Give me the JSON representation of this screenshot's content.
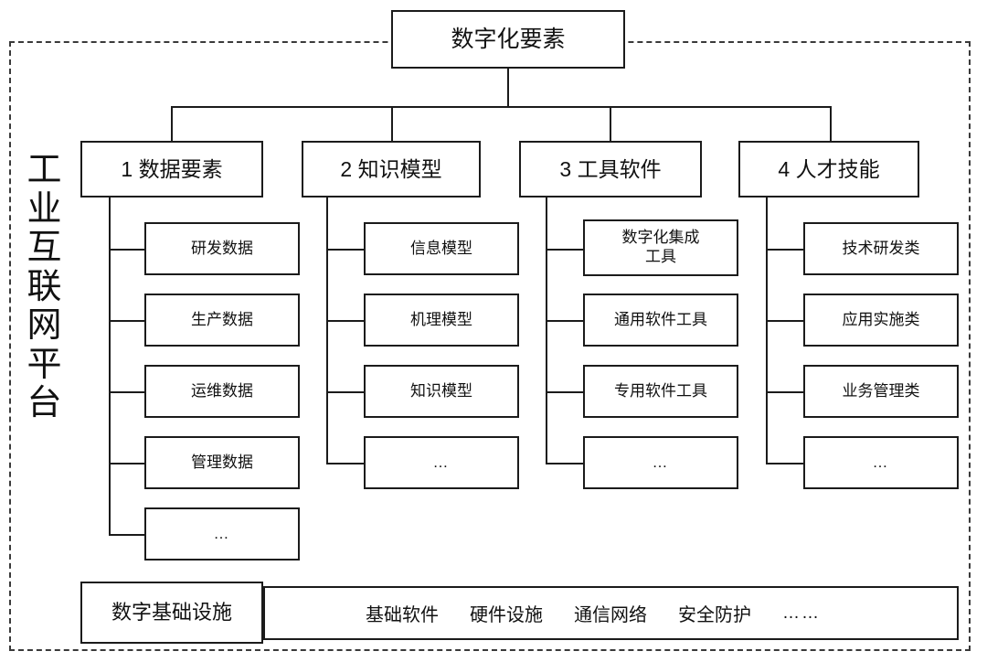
{
  "diagram": {
    "title": "数字化要素",
    "platform_label": "工业互联网平台",
    "platform_label_chars": [
      "工",
      "业",
      "互",
      "联",
      "网",
      "平",
      "台"
    ],
    "root": {
      "label": "数字化要素"
    },
    "categories": [
      {
        "id": "data-elements",
        "label": "1 数据要素",
        "children": [
          {
            "label": "研发数据"
          },
          {
            "label": "生产数据"
          },
          {
            "label": "运维数据"
          },
          {
            "label": "管理数据"
          },
          {
            "label": "…"
          }
        ]
      },
      {
        "id": "knowledge-models",
        "label": "2 知识模型",
        "children": [
          {
            "label": "信息模型"
          },
          {
            "label": "机理模型"
          },
          {
            "label": "知识模型"
          },
          {
            "label": "…"
          }
        ]
      },
      {
        "id": "tool-software",
        "label": "3 工具软件",
        "children": [
          {
            "label": "数字化集成\n工具"
          },
          {
            "label": "通用软件工具"
          },
          {
            "label": "专用软件工具"
          },
          {
            "label": "…"
          }
        ]
      },
      {
        "id": "talent-skills",
        "label": "4 人才技能",
        "children": [
          {
            "label": "技术研发类"
          },
          {
            "label": "应用实施类"
          },
          {
            "label": "业务管理类"
          },
          {
            "label": "…"
          }
        ]
      }
    ],
    "infrastructure": {
      "label": "数字基础设施",
      "items": [
        "基础软件",
        "硬件设施",
        "通信网络",
        "安全防护",
        "……"
      ]
    },
    "colors": {
      "line": "#1b1b1b",
      "frame_dashed": "#3a3a3a",
      "background": "#ffffff",
      "text": "#111111"
    }
  }
}
